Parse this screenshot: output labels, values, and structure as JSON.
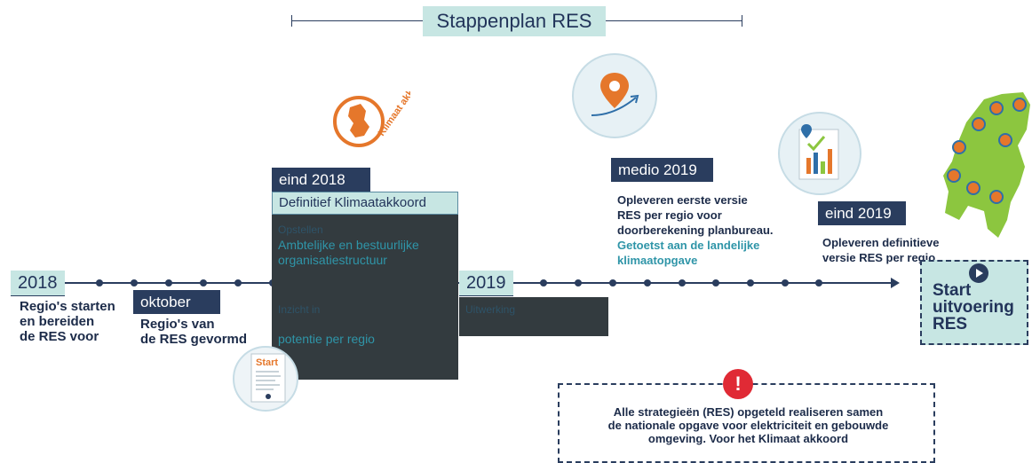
{
  "title": "Stappenplan RES",
  "milestones": {
    "y2018": {
      "tag": "2018",
      "text": [
        "Regio's starten",
        "en bereiden",
        "de RES voor"
      ]
    },
    "oktober": {
      "tag": "oktober",
      "text": [
        "Regio's van",
        "de RES gevormd"
      ]
    },
    "eind2018": {
      "tag": "eind 2018",
      "header": "Definitief Klimaatakkoord",
      "ghost1": "Opstellen",
      "line1": "Ambtelijke en bestuurlijke",
      "line2": "organisatiestructuur",
      "ghost2": "Inzicht in",
      "line3": "potentie per regio"
    },
    "y2019": {
      "tag": "2019",
      "ghost": "Uitwerking"
    },
    "medio2019": {
      "tag": "medio 2019",
      "text": [
        "Opleveren eerste versie",
        "RES per regio voor",
        "doorberekening planbureau."
      ],
      "teal": [
        "Getoetst aan de landelijke",
        "klimaatopgave"
      ]
    },
    "eind2019": {
      "tag": "eind 2019",
      "text": [
        "Opleveren definitieve",
        "versie RES per regio"
      ]
    }
  },
  "start": {
    "line1": "Start",
    "line2": "uitvoering",
    "line3": "RES"
  },
  "warning": {
    "mark": "!",
    "text": [
      "Alle strategieën (RES) opgeteld realiseren samen",
      "de nationale opgave voor elektriciteit en gebouwde",
      "omgeving. Voor het Klimaat akkoord"
    ]
  },
  "icons": {
    "klimaat_logo": "Klimaat akkoord",
    "start_doc": "Start"
  },
  "colors": {
    "navy": "#2a3d5e",
    "mint": "#c7e6e3",
    "orange": "#e5772b",
    "teal": "#2f95a8",
    "map_green": "#8cc63f"
  }
}
